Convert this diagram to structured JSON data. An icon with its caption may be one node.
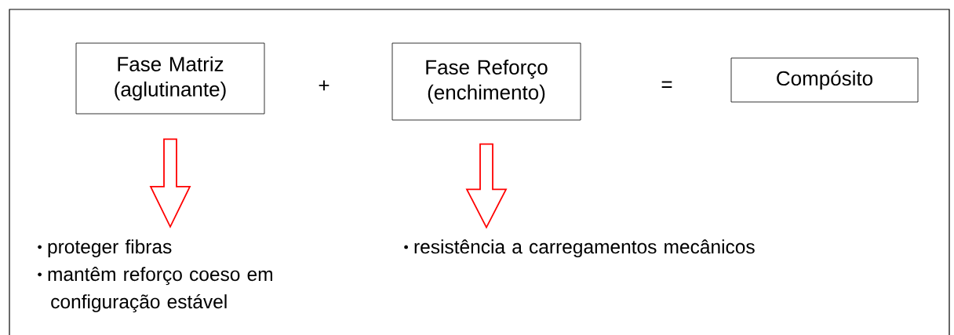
{
  "diagram": {
    "nodes": [
      {
        "text": [
          "Fase Matriz (aglutinante)"
        ]
      },
      {
        "text": [
          "Fase Reforço (enchimento)"
        ]
      },
      {
        "text": [
          "Compósito"
        ]
      },
      {
        "text": [
          "proteger fibras",
          "mantêm reforço coeso em configuração estável"
        ]
      },
      {
        "text": [
          "resistência a carregamentos mecânicos"
        ]
      }
    ],
    "edges": [
      {
        "from": 0,
        "to": 3,
        "arrow": "to",
        "color": "#ff0000"
      },
      {
        "from": 1,
        "to": 4,
        "arrow": "to",
        "color": "#ff0000"
      }
    ],
    "labels": [
      "+",
      "="
    ]
  }
}
